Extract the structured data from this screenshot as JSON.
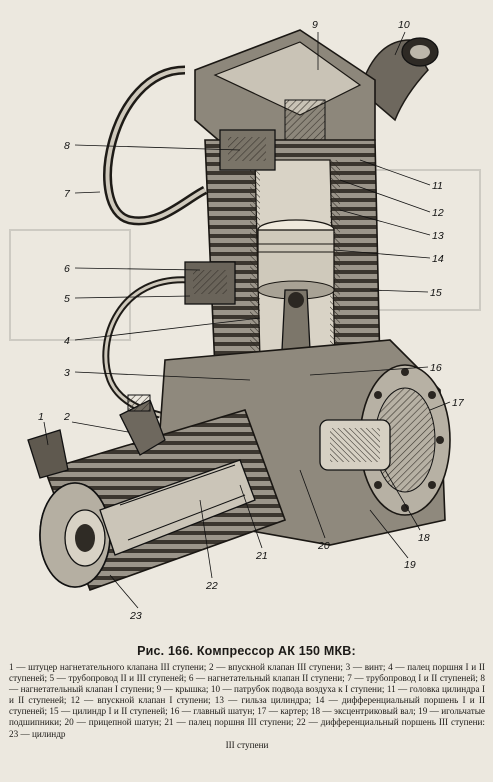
{
  "figure": {
    "labels": {
      "l1": "1",
      "l2": "2",
      "l3": "3",
      "l4": "4",
      "l5": "5",
      "l6": "6",
      "l7": "7",
      "l8": "8",
      "l9": "9",
      "l10": "10",
      "l11": "11",
      "l12": "12",
      "l13": "13",
      "l14": "14",
      "l15": "15",
      "l16": "16",
      "l17": "17",
      "l18": "18",
      "l19": "19",
      "l20": "20",
      "l21": "21",
      "l22": "22",
      "l23": "23"
    }
  },
  "caption": {
    "title": "Рис. 166. Компрессор АК 150 МКВ:",
    "legend": "1 — штуцер нагнетательного клапана III ступени; 2 — впускной клапан III ступени; 3 — винт; 4 — палец поршня I и II ступеней; 5 — трубопровод II и III ступеней; 6 — нагнетательный клапан II ступени; 7 — трубопровод I и II ступеней; 8 — нагнетательный клапан I ступени; 9 — крышка; 10 — патрубок подвода воздуха к I ступени; 11 — головка цилиндра I и II ступеней; 12 — впускной клапан I ступени; 13 — гильза цилиндра; 14 — дифференциальный поршень I и II ступеней; 15 — цилиндр I и II ступеней; 16 — главный шатун; 17 — картер; 18 — эксцентриковый вал; 19 — игольчатые подшипники; 20 — прицепной шатун; 21 — палец поршня III ступени; 22 — дифференциальный поршень III ступени: 23 — цилиндр",
    "legend_last": "III ступени"
  }
}
